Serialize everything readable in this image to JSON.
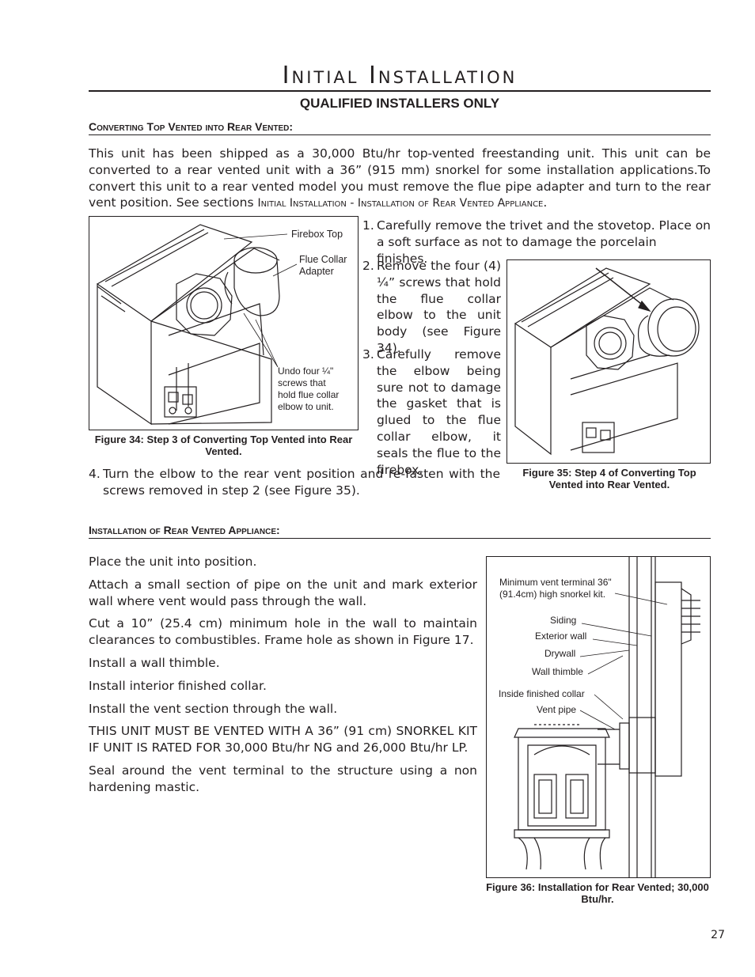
{
  "header": {
    "title": "Initial Installation",
    "subtitle": "QUALIFIED INSTALLERS ONLY"
  },
  "section1": {
    "heading": "Converting Top Vented into Rear Vented:",
    "intro": "This unit has been shipped as a 30,000 Btu/hr top-vented freestanding unit. This unit can be converted to a rear vented unit with a 36” (915 mm) snorkel for some installation applications.To convert this unit to a rear vented model you must remove the flue pipe adapter and turn to the rear vent position. See sections ",
    "intro_ref": "Initial Installation - Installation of Rear Vented Appliance",
    "intro_end": ".",
    "steps": [
      {
        "num": "1.",
        "text": "Carefully remove the trivet and the stovetop. Place on a soft surface as not to damage the porcelain finishes."
      },
      {
        "num": "2.",
        "text": "Remove the four (4) ¼” screws that hold the flue collar elbow to the unit body (see Figure 34)."
      },
      {
        "num": "3.",
        "text": "Carefully remove the elbow being sure not to damage the gasket that is glued to the flue collar elbow, it seals the flue to the firebox."
      },
      {
        "num": "4.",
        "text": "Turn the elbow to the rear vent position and re-fasten with the screws removed in step 2 (see Figure 35)."
      }
    ],
    "figure34": {
      "labels": {
        "firebox_top": "Firebox Top",
        "flue_collar_1": "Flue Collar",
        "flue_collar_2": "Adapter",
        "undo_1": "Undo four ¼\"",
        "undo_2": "screws that",
        "undo_3": "hold flue collar",
        "undo_4": "elbow to unit."
      },
      "caption": "Figure 34: Step 3 of Converting Top Vented into Rear Vented."
    },
    "figure35": {
      "caption": "Figure 35: Step 4 of Converting Top Vented into Rear Vented."
    }
  },
  "section2": {
    "heading": "Installation of Rear Vented Appliance:",
    "paragraphs": [
      "Place the unit into position.",
      "Attach a small section of pipe on the unit and mark exterior wall where vent would pass through the wall.",
      "Cut a 10” (25.4 cm) minimum hole in the wall to maintain clearances to combustibles. Frame hole as shown in Figure 17.",
      "Install a wall thimble.",
      "Install interior finished collar.",
      "Install the vent section through the wall.",
      "THIS UNIT MUST BE VENTED WITH A 36” (91 cm) SNORKEL KIT IF UNIT IS RATED FOR 30,000 Btu/hr NG and 26,000 Btu/hr LP.",
      "Seal around the vent terminal to the structure using a non hardening mastic."
    ],
    "figure36": {
      "labels": {
        "terminal_1": "Minimum vent terminal 36\"",
        "terminal_2": "(91.4cm) high snorkel kit.",
        "siding": "Siding",
        "exterior_wall": "Exterior wall",
        "drywall": "Drywall",
        "wall_thimble": "Wall thimble",
        "inside_collar": "Inside finished collar",
        "vent_pipe": "Vent pipe"
      },
      "caption": "Figure 36: Installation for Rear Vented; 30,000 Btu/hr."
    }
  },
  "footer": {
    "page_number": "27"
  }
}
